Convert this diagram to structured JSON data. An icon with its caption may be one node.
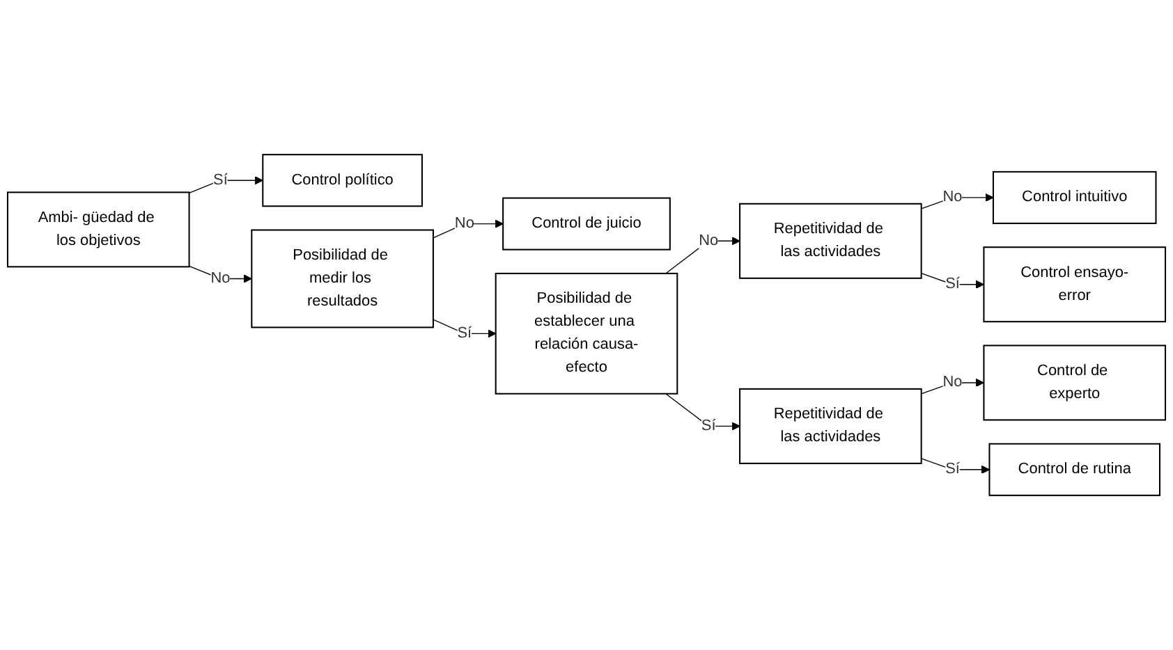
{
  "diagram": {
    "nodes": [
      {
        "text": [
          "Ambi- güedad de los objetivos"
        ]
      },
      {
        "text": [
          "Control político"
        ]
      },
      {
        "text": [
          "Posibilidad de medir los resultados"
        ]
      },
      {
        "text": [
          "Control de juicio"
        ]
      },
      {
        "text": [
          "Posibilidad de establecer una relación causa-efecto"
        ]
      },
      {
        "text": [
          "Repetitividad de las actividades"
        ]
      },
      {
        "text": [
          "Repetitividad de las actividades"
        ]
      },
      {
        "text": [
          "Control intuitivo"
        ]
      },
      {
        "text": [
          "Control ensayo-error"
        ]
      },
      {
        "text": [
          "Control de experto"
        ]
      },
      {
        "text": [
          "Control de rutina"
        ]
      }
    ],
    "edges": [
      {
        "from": 0,
        "to": 1,
        "arrow": "to",
        "label": "Sí"
      },
      {
        "from": 0,
        "to": 2,
        "arrow": "to",
        "label": "No"
      },
      {
        "from": 2,
        "to": 3,
        "arrow": "to",
        "label": "No"
      },
      {
        "from": 2,
        "to": 4,
        "arrow": "to",
        "label": "Sí"
      },
      {
        "from": 4,
        "to": 5,
        "arrow": "to",
        "label": "No"
      },
      {
        "from": 4,
        "to": 6,
        "arrow": "to",
        "label": "Sí"
      },
      {
        "from": 5,
        "to": 7,
        "arrow": "to",
        "label": "No"
      },
      {
        "from": 5,
        "to": 8,
        "arrow": "to",
        "label": "Sí"
      },
      {
        "from": 6,
        "to": 9,
        "arrow": "to",
        "label": "No"
      },
      {
        "from": 6,
        "to": 10,
        "arrow": "to",
        "label": "Sí"
      }
    ]
  }
}
